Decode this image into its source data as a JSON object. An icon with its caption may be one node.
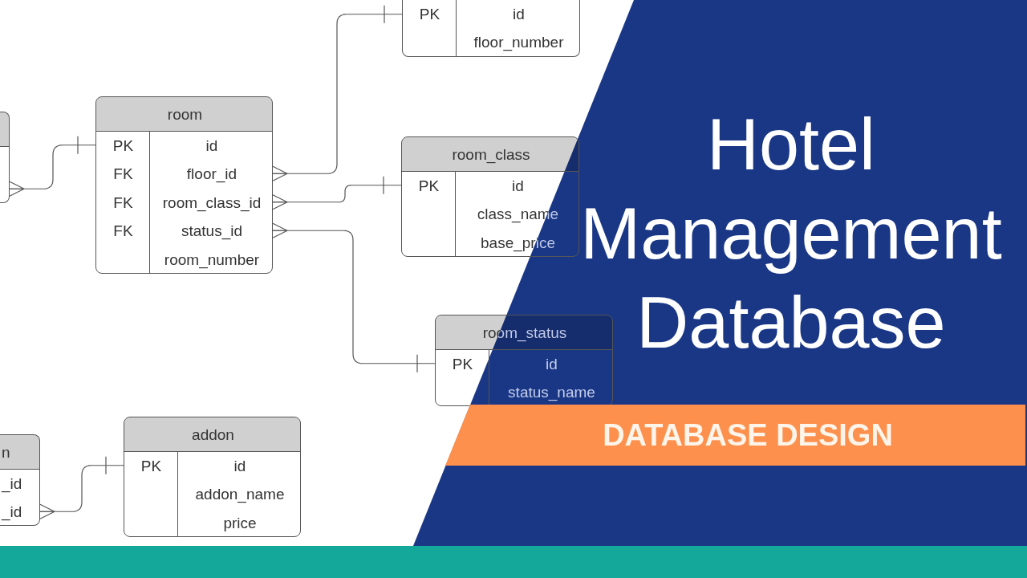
{
  "diagram": {
    "title": "Hotel Management Database",
    "nodes": [
      {
        "text": [
          "PK",
          "id",
          "floor_number"
        ]
      },
      {
        "text": [],
        "shape": "box"
      },
      {
        "text": [
          "room",
          "PK",
          "id",
          "FK",
          "floor_id",
          "FK",
          "room_class_id",
          "FK",
          "status_id",
          "room_number"
        ]
      },
      {
        "text": [
          "room_class",
          "PK",
          "id",
          "class_name",
          "base_price"
        ]
      },
      {
        "text": [
          "room_status",
          "PK",
          "id",
          "status_name"
        ]
      },
      {
        "text": [
          "n",
          "_id",
          "_id"
        ]
      },
      {
        "text": [
          "addon",
          "PK",
          "id",
          "addon_name",
          "price"
        ]
      },
      {
        "text": [
          "DATABASE DESIGN"
        ]
      }
    ],
    "edges": [
      {
        "from": 1,
        "to": 2,
        "arrow": "other"
      },
      {
        "from": 2,
        "to": 0,
        "arrow": "other"
      },
      {
        "from": 2,
        "to": 3,
        "arrow": "other"
      },
      {
        "from": 2,
        "to": 4,
        "arrow": "other"
      },
      {
        "from": 5,
        "to": 6,
        "arrow": "other"
      }
    ]
  }
}
